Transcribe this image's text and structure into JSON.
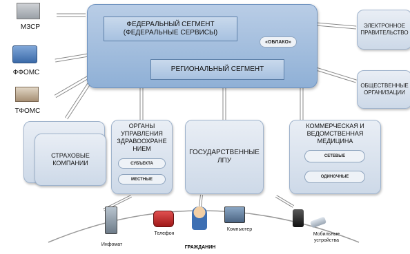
{
  "federal": {
    "title": "ФЕДЕРАЛЬНЫЙ СЕГМЕНТ\n(ФЕДЕРАЛЬНЫЕ СЕРВИСЫ)",
    "cloud_tag": "«ОБЛАКО»",
    "regional": "РЕГИОНАЛЬНЫЙ СЕГМЕНТ"
  },
  "left_nodes": [
    {
      "label": "МЗСР"
    },
    {
      "label": "ФФОМС"
    },
    {
      "label": "ТФОМС"
    }
  ],
  "right_nodes": [
    {
      "label": "ЭЛЕКТРОННОЕ\nПРАВИТЕЛЬСТВО"
    },
    {
      "label": "ОБЩЕСТВЕННЫЕ\nОРГАНИЗАЦИИ"
    }
  ],
  "bottom_boxes": {
    "insurance": "СТРАХОВЫЕ\nКОМПАНИИ",
    "authorities": {
      "title": "ОРГАНЫ\nУПРАВЛЕНИЯ\nЗДРАВООХРАНЕ\nНИЕМ",
      "pill1": "СУБЪЕКТА",
      "pill2": "МЕСТНЫЕ"
    },
    "state": "ГОСУДАРСТВЕННЫЕ\nЛПУ",
    "commercial": {
      "title": "КОММЕРЧЕСКАЯ И\nВЕДОМСТВЕННАЯ\nМЕДИЦИНА",
      "pill1": "СЕТЕВЫЕ",
      "pill2": "ОДИНОЧНЫЕ"
    }
  },
  "channels": [
    {
      "label": "Инфомат"
    },
    {
      "label": "Телефон"
    },
    {
      "label": "Компьютер"
    },
    {
      "label": "Мобильные\nустройства"
    }
  ],
  "citizen": "ГРАЖДАНИН",
  "colors": {
    "cloud": "#9db9dc",
    "box": "#dde6f0",
    "arrow": "#ffffff"
  }
}
